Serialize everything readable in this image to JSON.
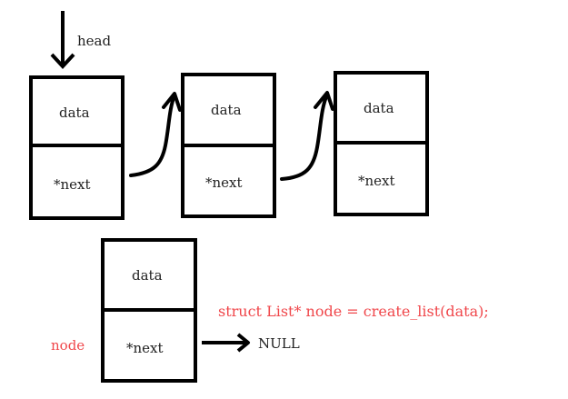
{
  "head_label": "head",
  "nodes": [
    {
      "data": "data",
      "next": "*next"
    },
    {
      "data": "data",
      "next": "*next"
    },
    {
      "data": "data",
      "next": "*next"
    },
    {
      "data": "data",
      "next": "*next"
    }
  ],
  "node_label": "node",
  "null_label": "NULL",
  "code_line": "struct List* node = create_list(data);",
  "colors": {
    "stroke": "#000000",
    "annotation": "#f0474b"
  }
}
